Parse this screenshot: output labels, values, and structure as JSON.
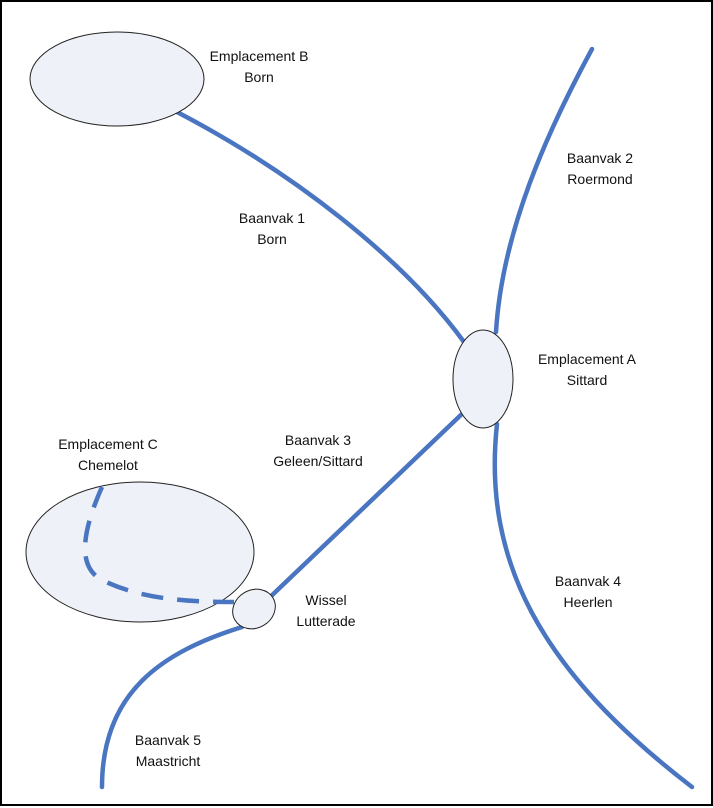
{
  "colors": {
    "track": "#4A75C1",
    "node_fill": "#EEF2F8",
    "node_stroke": "#222222",
    "frame": "#000000",
    "text": "#111111"
  },
  "labels": {
    "emplacement_b": [
      "Emplacement B",
      "Born"
    ],
    "baanvak_2": [
      "Baanvak 2",
      "Roermond"
    ],
    "baanvak_1": [
      "Baanvak 1",
      "Born"
    ],
    "emplacement_a": [
      "Emplacement A",
      "Sittard"
    ],
    "emplacement_c": [
      "Emplacement C",
      "Chemelot"
    ],
    "baanvak_3": [
      "Baanvak 3",
      "Geleen/Sittard"
    ],
    "baanvak_4": [
      "Baanvak 4",
      "Heerlen"
    ],
    "wissel": [
      "Wissel",
      "Lutterade"
    ],
    "baanvak_5": [
      "Baanvak 5",
      "Maastricht"
    ]
  }
}
